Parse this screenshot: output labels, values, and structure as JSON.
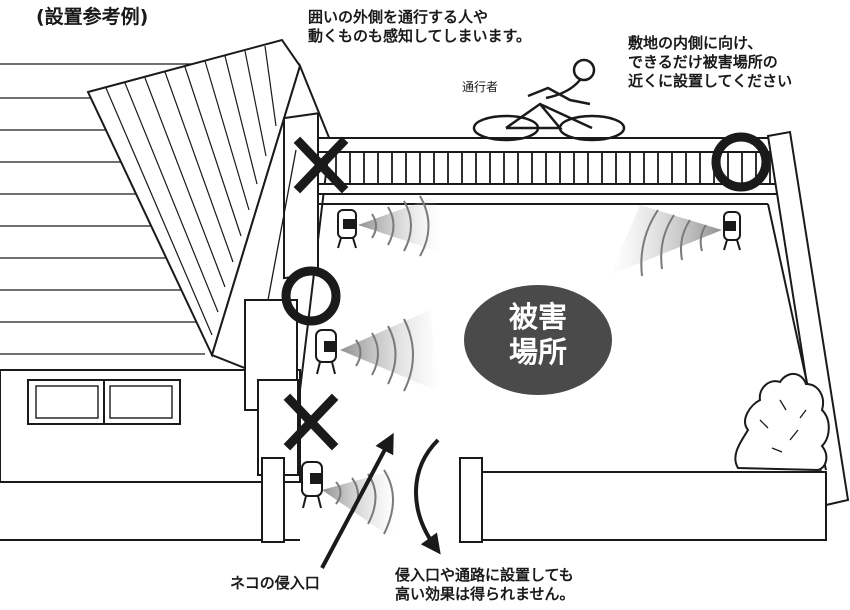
{
  "caption": {
    "title": "(設置参考例)",
    "note_outside": [
      "囲いの外側を通行する人や",
      "動くものも感知してしまいます。"
    ],
    "note_inside": [
      "敷地の内側に向け、",
      "できるだけ被害場所の",
      "近くに設置してください"
    ],
    "note_entrance": [
      "侵入口や通路に設置しても",
      "高い効果は得られません。"
    ]
  },
  "labels": {
    "passerby": "通行者",
    "cat_entrance": "ネコの侵入口",
    "damage_area": [
      "被害",
      "場所"
    ]
  },
  "markers": {
    "good": "○",
    "bad": "×"
  },
  "colors": {
    "line": "#1a1a1a",
    "damage_area_fill": "#4a4a4a",
    "sensor_beam": "#9a9a9a"
  }
}
